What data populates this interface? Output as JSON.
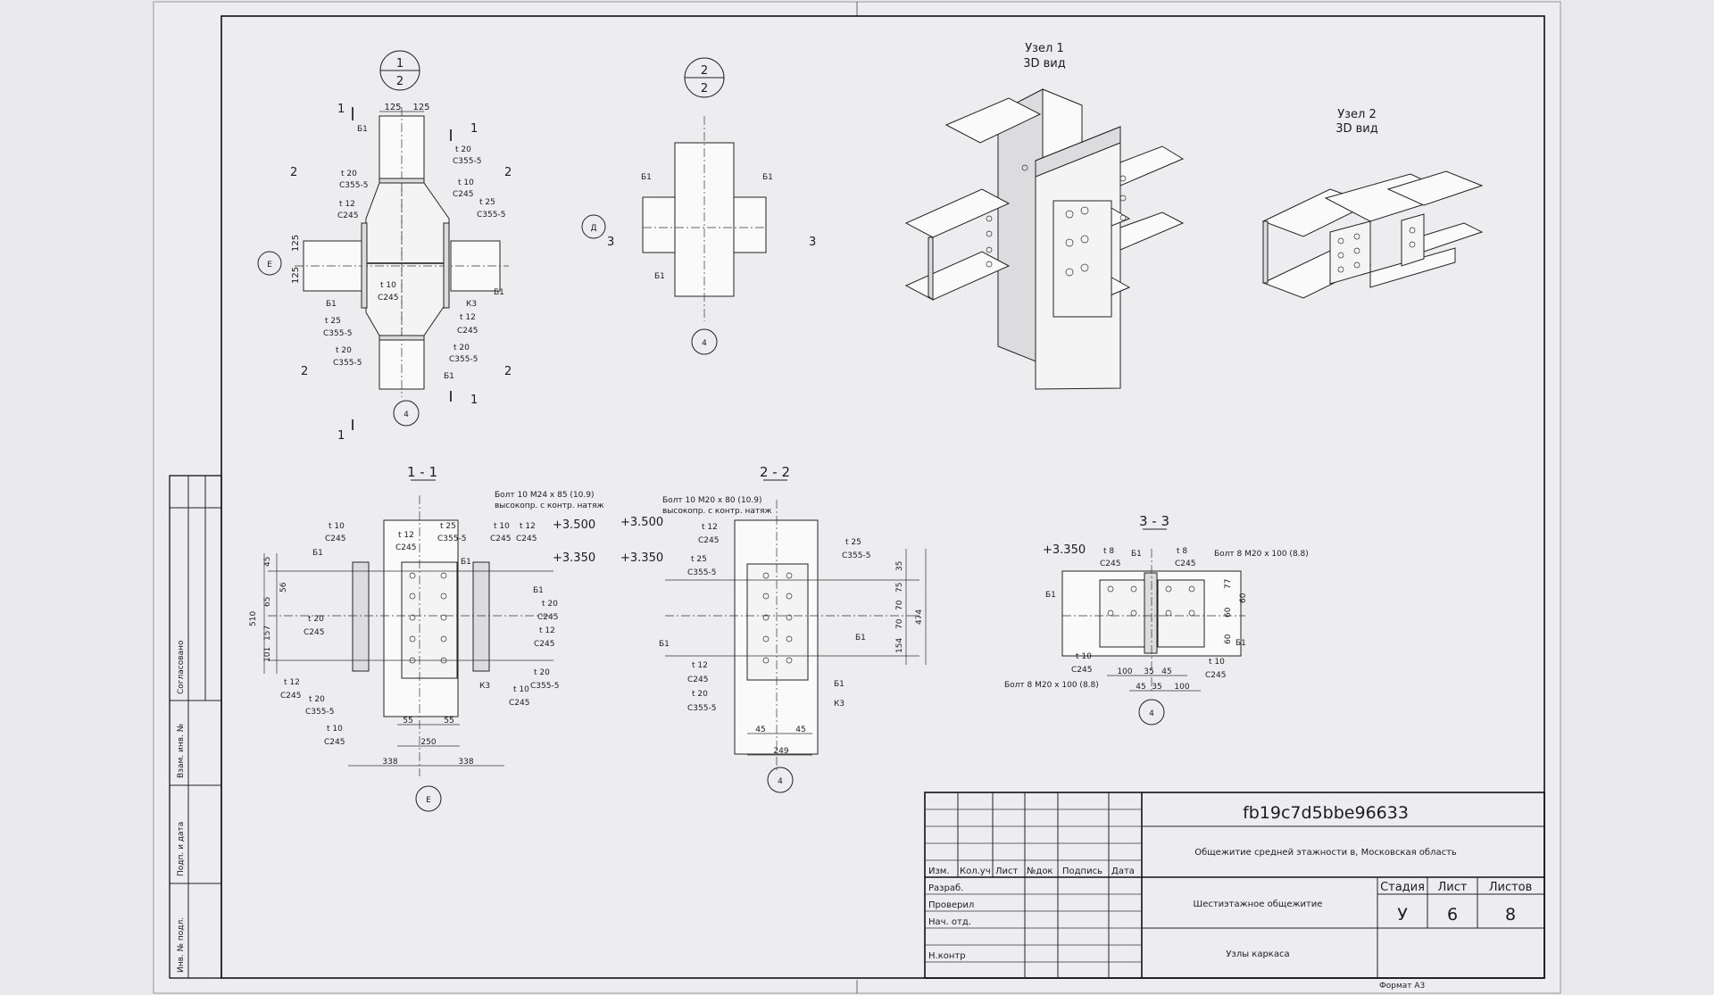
{
  "stamp": {
    "code": "fb19c7d5bbe96633",
    "project": "Общежитие средней этажности в, Московская область",
    "building": "Шестиэтажное общежитие",
    "sheet_title": "Узлы каркаса",
    "format": "Формат  А3",
    "col_headers": [
      "Изм.",
      "Кол.уч",
      "Лист",
      "№док",
      "Подпись",
      "Дата"
    ],
    "roles": [
      "Разраб.",
      "Проверил",
      "Нач. отд.",
      "",
      "Н.контр"
    ],
    "stage_label": "Стадия",
    "sheet_label": "Лист",
    "sheets_label": "Листов",
    "stage": "У",
    "sheet": "6",
    "sheets": "8"
  },
  "side_stamp": [
    "Согласовано",
    "Взам. инв. №",
    "Подп. и дата",
    "Инв. № подл."
  ],
  "views": {
    "v12": {
      "num": "1",
      "den": "2"
    },
    "v22": {
      "num": "2",
      "den": "2"
    },
    "node1": "Узел 1",
    "node1_sub": "3D вид",
    "node2": "Узел 2",
    "node2_sub": "3D вид",
    "s11": "1 - 1",
    "s22": "2 - 2",
    "s33": "3 - 3"
  },
  "labels": {
    "b1": "Б1",
    "k3": "К3",
    "t20": "t 20",
    "t12": "t 12",
    "t10": "t 10",
    "t25": "t 25",
    "t8": "t 8",
    "c355": "С355-5",
    "c245": "С245",
    "axis_e": "Е",
    "axis_d": "Д",
    "axis_4": "4",
    "n1": "1",
    "n2": "2",
    "n3": "3",
    "bolt11": "Болт 10 М24 x 85 (10.9)",
    "bolt11b": "высокопр. с контр. натяж",
    "bolt22": "Болт 10 М20 x 80 (10.9)",
    "bolt22b": "высокопр. с контр. натяж",
    "bolt33": "Болт 8 М20 x 100 (8.8)",
    "mark_3500": "+3.500",
    "mark_3350": "+3.350"
  },
  "dims": {
    "d125": "125",
    "d45": "45",
    "d56": "56",
    "d65": "65",
    "d510": "510",
    "d157": "157",
    "d101": "101",
    "d55": "55",
    "d250": "250",
    "d338": "338",
    "d35": "35",
    "d75": "75",
    "d70": "70",
    "d474": "474",
    "d154": "154",
    "d249": "249",
    "d77": "77",
    "d60": "60",
    "d100": "100"
  }
}
